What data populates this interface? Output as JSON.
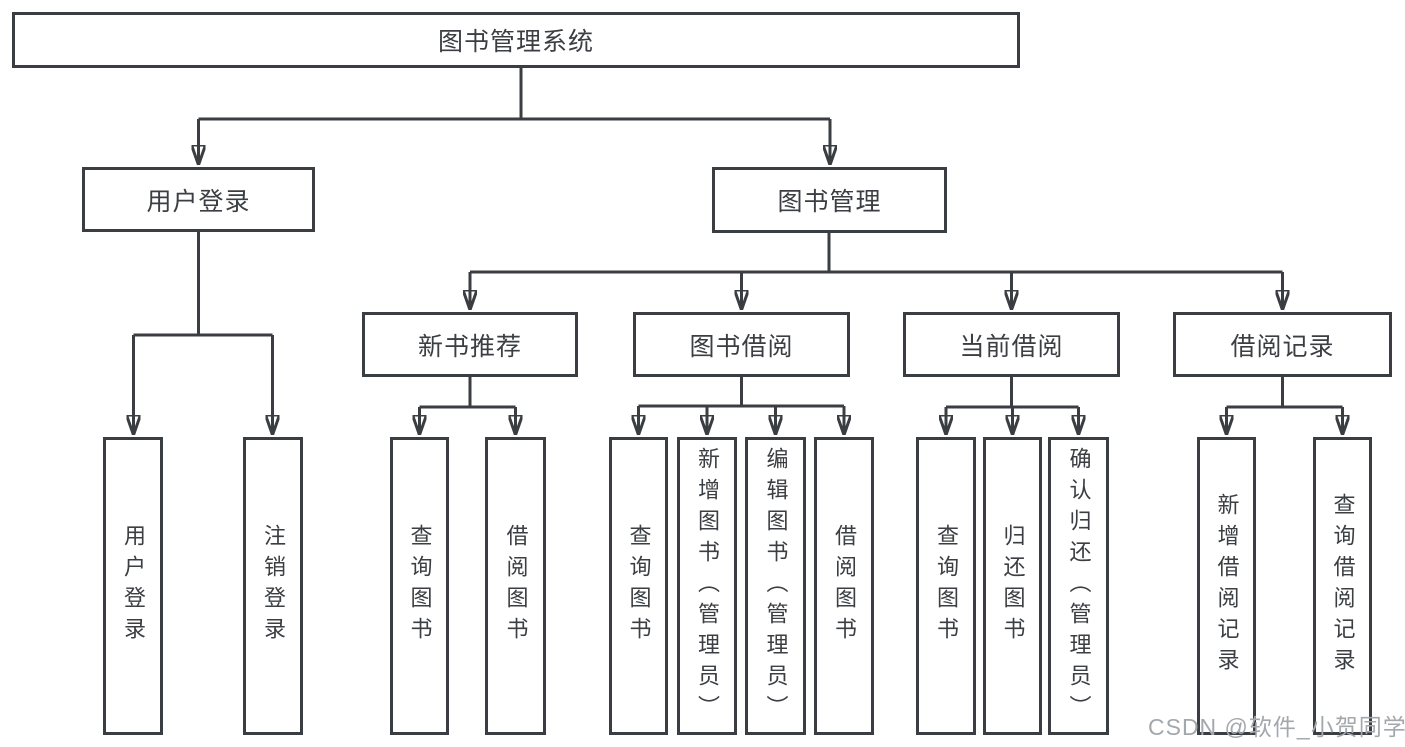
{
  "diagram": {
    "type": "hierarchy-tree",
    "colors": {
      "line": "#3a3d41",
      "box_border": "#3a3d41",
      "box_background": "#ffffff",
      "text": "#3b3e42",
      "watermark": "#a3a8ad"
    },
    "watermark": "CSDN @软件_小贺同学",
    "nodes": {
      "root": {
        "label": "图书管理系统"
      },
      "user_login": {
        "label": "用户登录"
      },
      "book_mgmt": {
        "label": "图书管理"
      },
      "new_book_rec": {
        "label": "新书推荐"
      },
      "book_borrow": {
        "label": "图书借阅"
      },
      "current_borrow": {
        "label": "当前借阅"
      },
      "borrow_record": {
        "label": "借阅记录"
      },
      "leaf_user_login": {
        "label": "用户登录"
      },
      "leaf_logout": {
        "label": "注销登录"
      },
      "leaf_nb_query": {
        "label": "查询图书"
      },
      "leaf_nb_borrow": {
        "label": "借阅图书"
      },
      "leaf_bb_query": {
        "label": "查询图书"
      },
      "leaf_bb_add": {
        "label": "新增图书（管理员）"
      },
      "leaf_bb_edit": {
        "label": "编辑图书（管理员）"
      },
      "leaf_bb_borrow": {
        "label": "借阅图书"
      },
      "leaf_cb_query": {
        "label": "查询图书"
      },
      "leaf_cb_return": {
        "label": "归还图书"
      },
      "leaf_cb_confirm": {
        "label": "确认归还（管理员）"
      },
      "leaf_br_add": {
        "label": "新增借阅记录"
      },
      "leaf_br_query": {
        "label": "查询借阅记录"
      }
    },
    "hierarchy": {
      "root": [
        "user_login",
        "book_mgmt"
      ],
      "user_login": [
        "leaf_user_login",
        "leaf_logout"
      ],
      "book_mgmt": [
        "new_book_rec",
        "book_borrow",
        "current_borrow",
        "borrow_record"
      ],
      "new_book_rec": [
        "leaf_nb_query",
        "leaf_nb_borrow"
      ],
      "book_borrow": [
        "leaf_bb_query",
        "leaf_bb_add",
        "leaf_bb_edit",
        "leaf_bb_borrow"
      ],
      "current_borrow": [
        "leaf_cb_query",
        "leaf_cb_return",
        "leaf_cb_confirm"
      ],
      "borrow_record": [
        "leaf_br_add",
        "leaf_br_query"
      ]
    }
  }
}
